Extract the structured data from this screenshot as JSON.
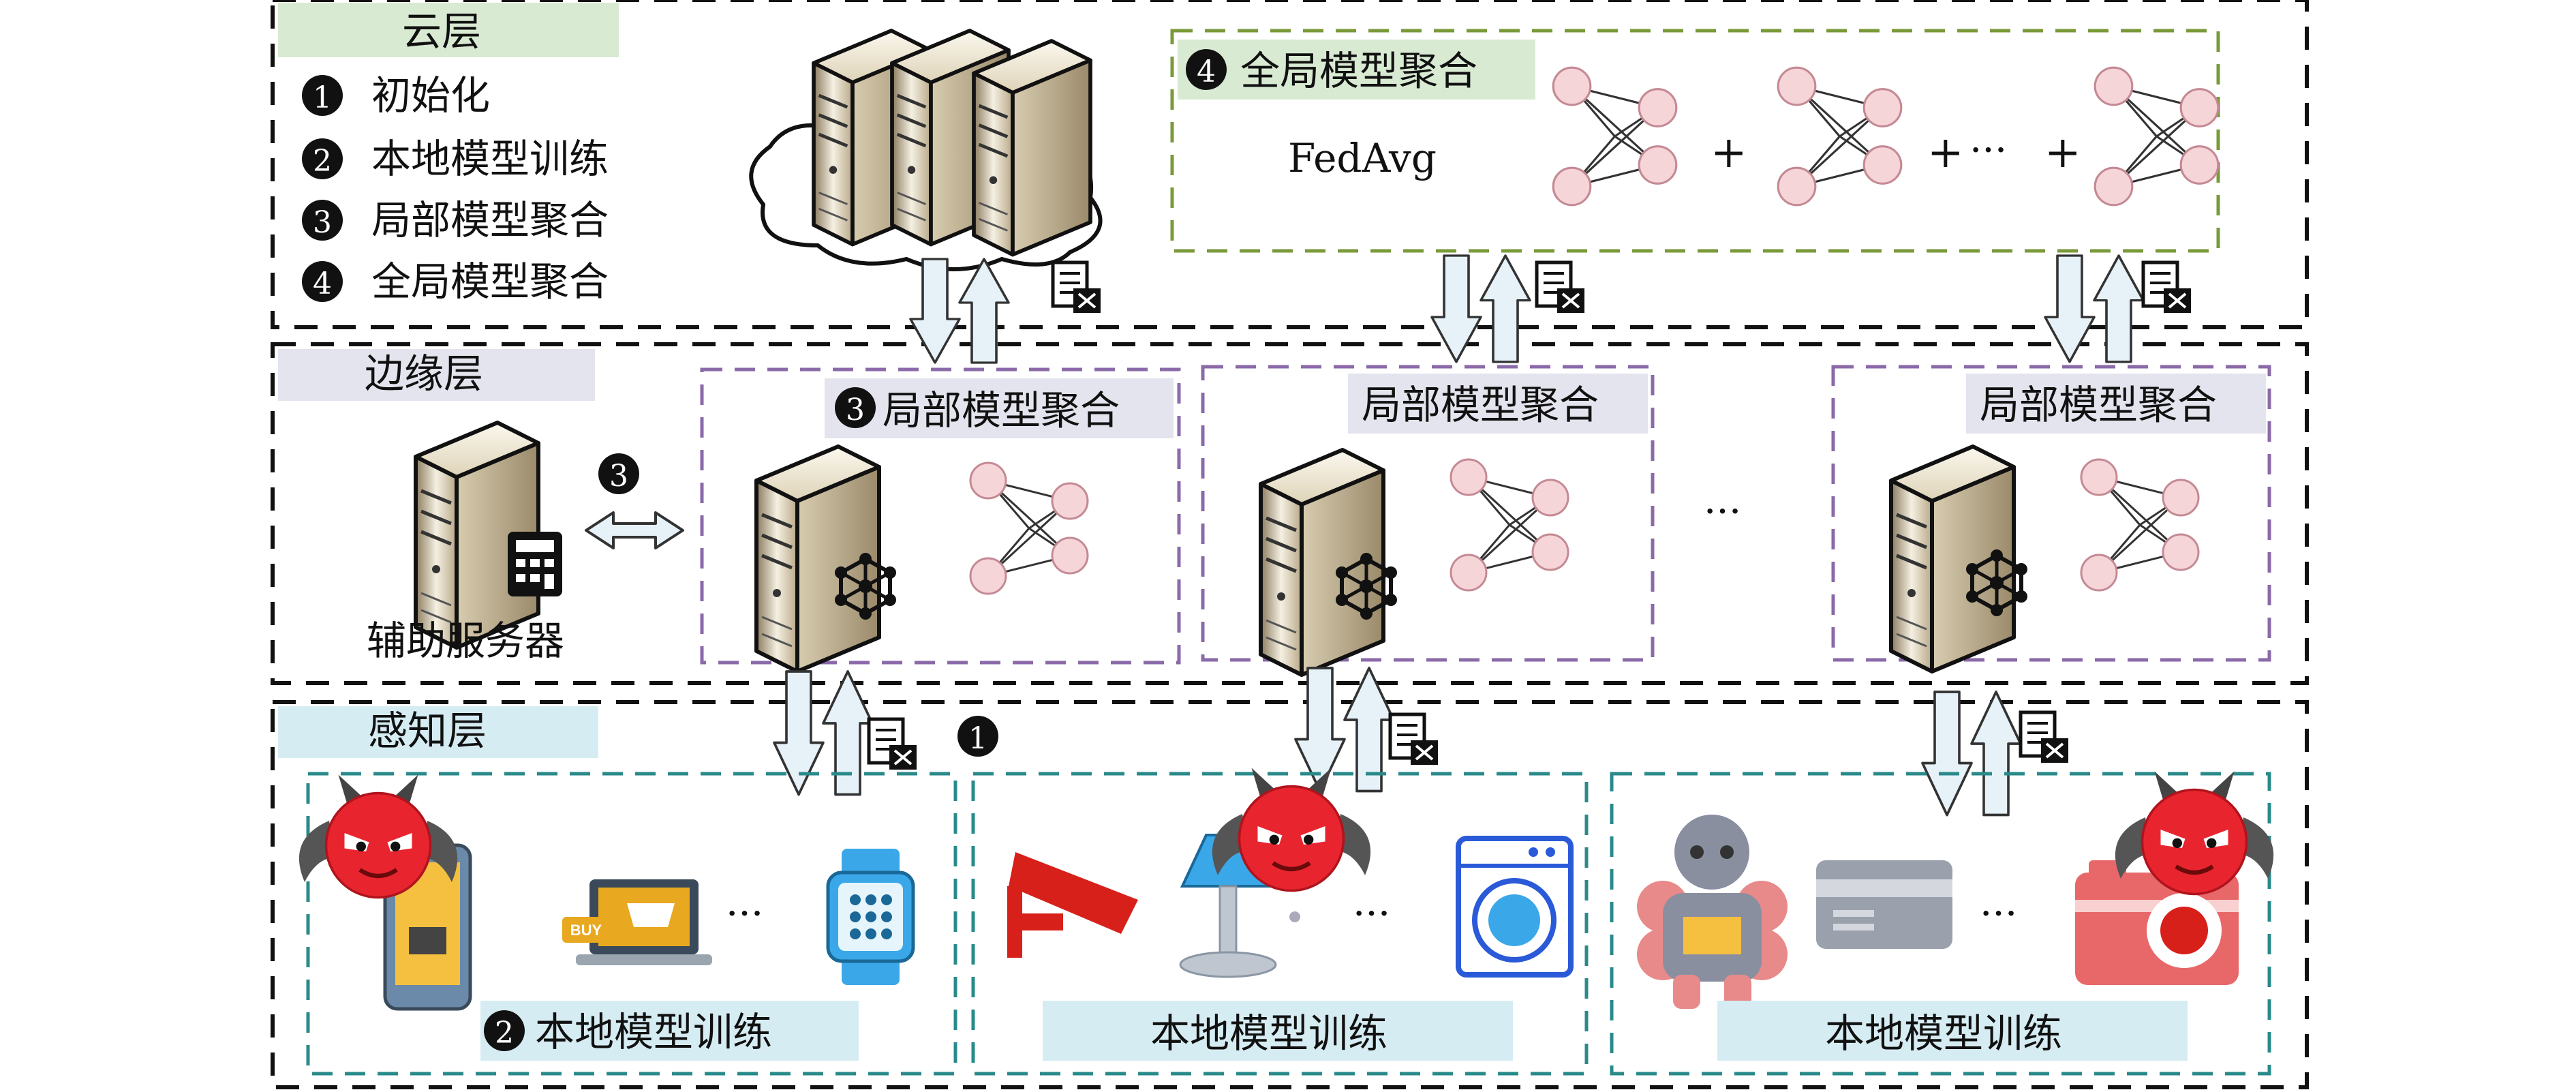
{
  "layers": {
    "cloud": "云层",
    "edge": "边缘层",
    "perception": "感知层"
  },
  "legend": [
    {
      "num": "1",
      "label": "初始化"
    },
    {
      "num": "2",
      "label": "本地模型训练"
    },
    {
      "num": "3",
      "label": "局部模型聚合"
    },
    {
      "num": "4",
      "label": "全局模型聚合"
    }
  ],
  "cloud_panel": {
    "num": "4",
    "title": "全局模型聚合",
    "algorithm": "FedAvg",
    "plus": "+",
    "ellipsis": "···"
  },
  "edge_panels": [
    {
      "num": "3",
      "title": "局部模型聚合"
    },
    {
      "num": "",
      "title": "局部模型聚合"
    },
    {
      "num": "",
      "title": "局部模型聚合"
    }
  ],
  "edge_ellipsis": "···",
  "aux_server": {
    "label": "辅助服务器",
    "num": "3"
  },
  "init_num": "1",
  "device_groups": [
    {
      "num": "2",
      "label": "本地模型训练",
      "ellipsis": "···",
      "buy": "BUY"
    },
    {
      "num": "",
      "label": "本地模型训练",
      "ellipsis": "···"
    },
    {
      "num": "",
      "label": "本地模型训练",
      "ellipsis": "···"
    }
  ],
  "colors": {
    "cloud_label_bg": "#d9ead3",
    "edge_label_bg": "#e4e4ee",
    "perception_label_bg": "#d6ecf3",
    "cloud_panel_border": "#7a9a3a",
    "edge_panel_border": "#8a6aa8",
    "device_group_border": "#2a8a8a",
    "neuron_fill": "#f6d5d9",
    "arrow_fill": "#e6f2f8",
    "devil_red": "#e8252f"
  }
}
